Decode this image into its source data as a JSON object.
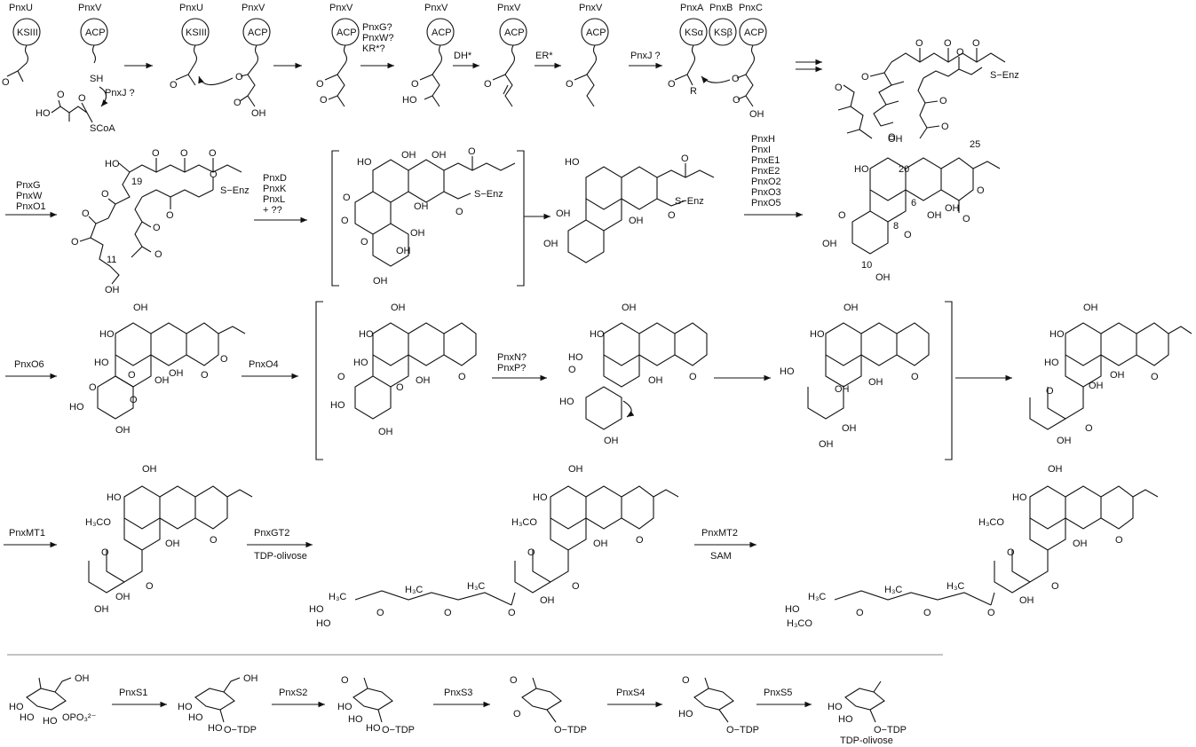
{
  "row1": {
    "enzymes1": [
      "PnxU",
      "PnxV"
    ],
    "domains1": [
      "KSIII",
      "ACP"
    ],
    "sh": "SH",
    "pnxj1": "PnxJ ?",
    "ho": "HO",
    "scoa": "SCoA",
    "enzymes2": [
      "PnxU",
      "PnxV"
    ],
    "domains2": [
      "KSIII",
      "ACP"
    ],
    "oh": "OH",
    "enzymes3": "PnxV",
    "domain3": "ACP",
    "step4": [
      "PnxG?",
      "PnxW?",
      "KR*?"
    ],
    "enzymes4": "PnxV",
    "dh": "DH*",
    "enzymes5": "PnxV",
    "er": "ER*",
    "enzymes6": "PnxV",
    "pnxj2": "PnxJ ?",
    "pks_enzymes": [
      "PnxA",
      "PnxB",
      "PnxC"
    ],
    "pks_domains": [
      "KSα",
      "KSβ",
      "ACP"
    ],
    "r": "R",
    "s_enz": "S−Enz",
    "o": "O"
  },
  "row2": {
    "arrow1": [
      "PnxG",
      "PnxW",
      "PnxO1"
    ],
    "n19": "19",
    "n11": "11",
    "s_enz": "S−Enz",
    "arrow2": [
      "PnxD",
      "PnxK",
      "PnxL",
      "+ ??"
    ],
    "arrow3": [
      "PnxH",
      "PnxI",
      "PnxE1",
      "PnxE2",
      "PnxO2",
      "PnxO3",
      "PnxO5"
    ],
    "n20": "20",
    "n25": "25",
    "n6": "6",
    "n8": "8",
    "n10": "10"
  },
  "row3": {
    "arrow1": "PnxO6",
    "arrow2": "PnxO4",
    "arrow3": [
      "PnxN?",
      "PnxP?"
    ]
  },
  "row4": {
    "arrow1": "PnxMT1",
    "h3co": "H₃CO",
    "arrow2": [
      "PnxGT2",
      "TDP-olivose"
    ],
    "arrow3": [
      "PnxMT2",
      "SAM"
    ],
    "h3c": "H₃C"
  },
  "row5": {
    "opo3": "OPO₃²⁻",
    "steps": [
      "PnxS1",
      "PnxS2",
      "PnxS3",
      "PnxS4",
      "PnxS5"
    ],
    "otdp": "O−TDP",
    "final": "TDP-olivose"
  }
}
